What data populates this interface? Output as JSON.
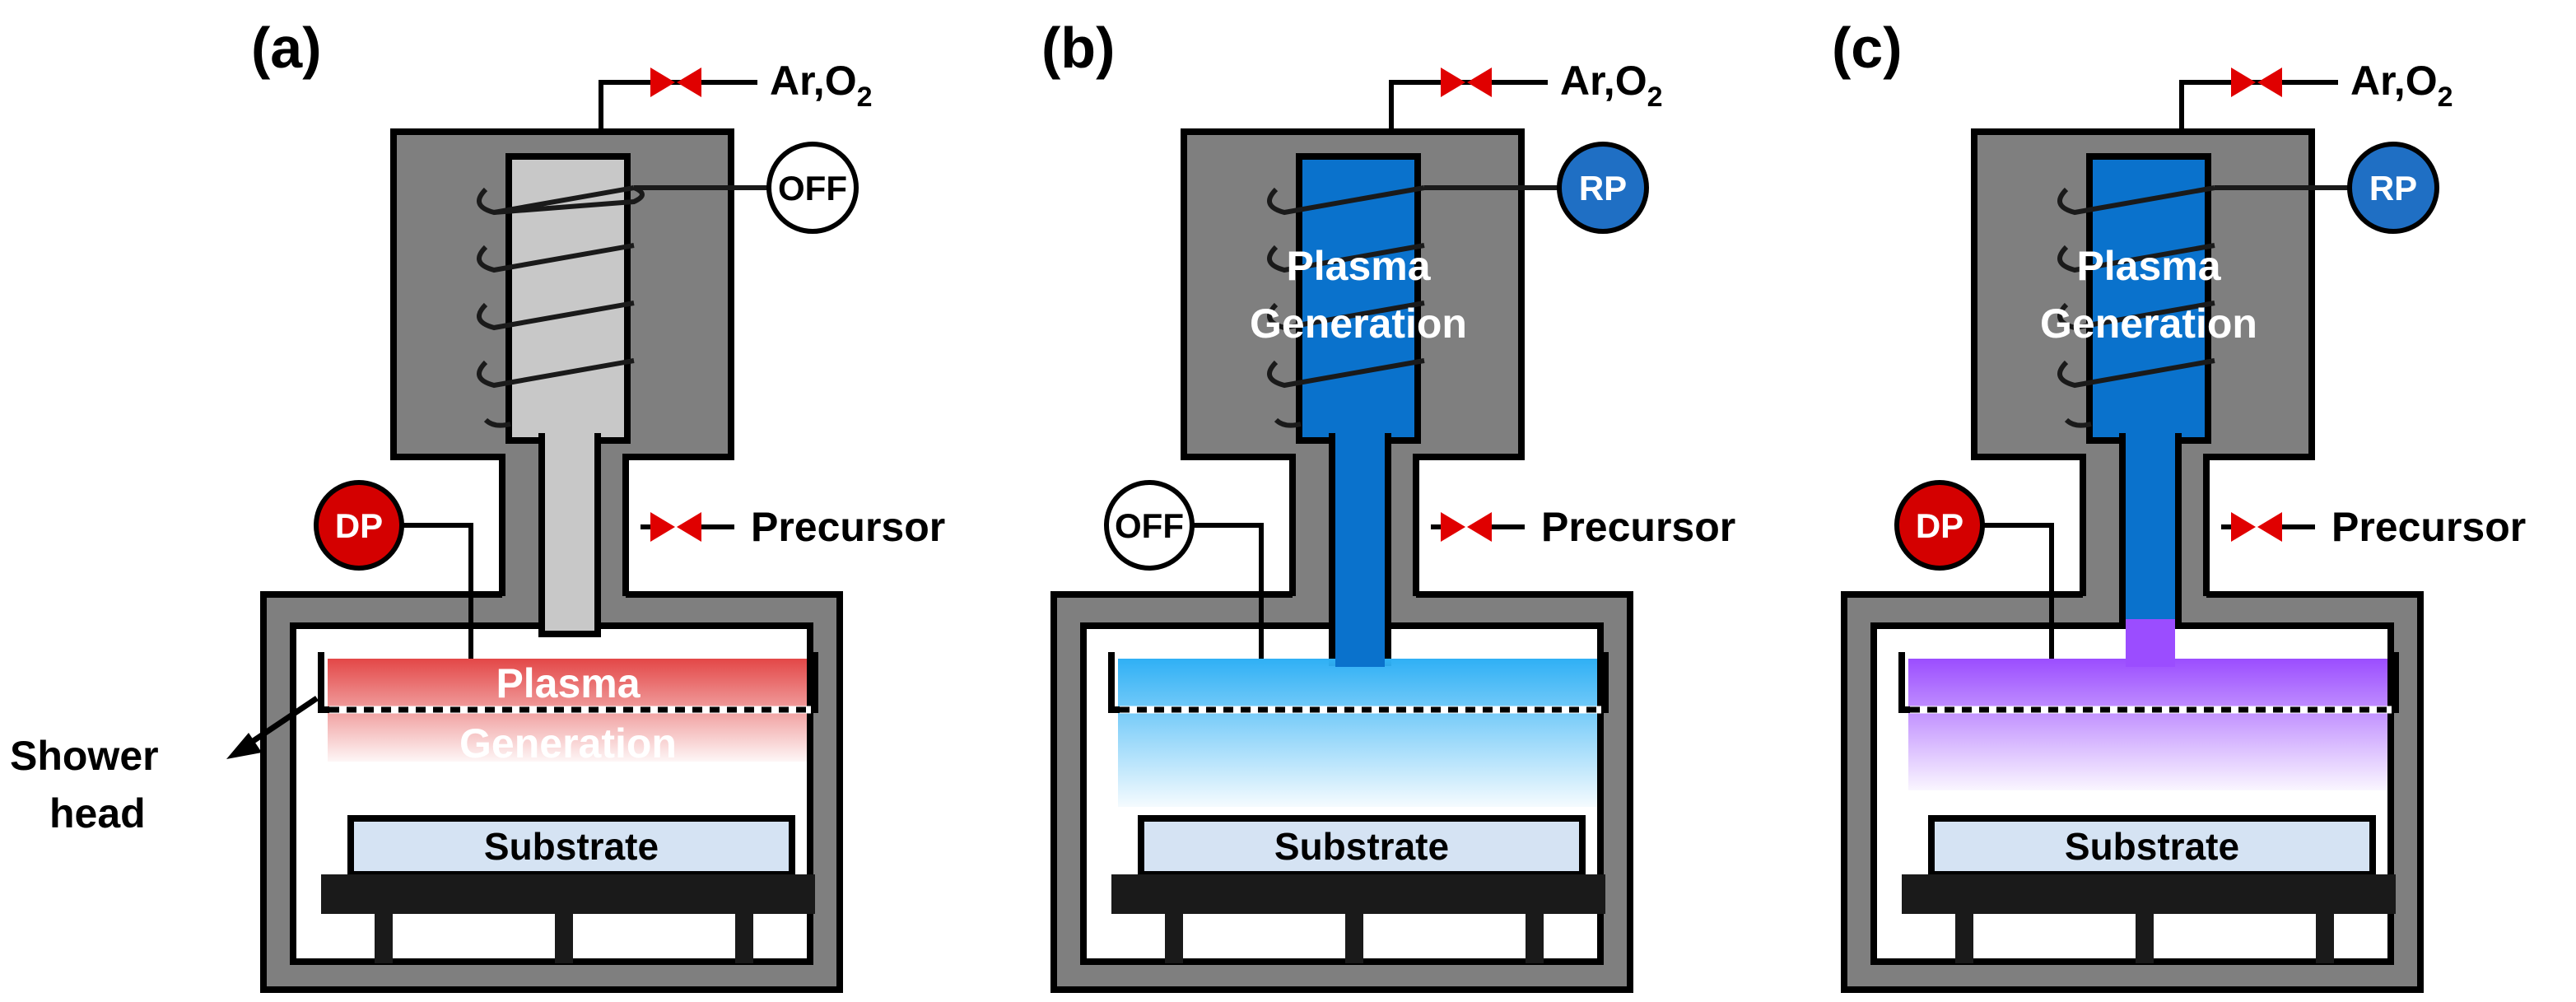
{
  "panels": [
    {
      "label": "(a)",
      "gas": {
        "main": "Ar,O",
        "sub": "2"
      },
      "source_power": {
        "text": "OFF",
        "fill": "#ffffff",
        "text_color": "#000000"
      },
      "chamber_power": {
        "text": "DP",
        "fill": "#d40000",
        "text_color": "#ffffff"
      },
      "precursor": "Precursor",
      "tube_color": "#c8c8c8",
      "plasma_label": {
        "line1": "Plasma",
        "line2": "Generation"
      },
      "substrate": "Substrate"
    },
    {
      "label": "(b)",
      "gas": {
        "main": "Ar,O",
        "sub": "2"
      },
      "source_power": {
        "text": "RP",
        "fill": "#1f6fc4",
        "text_color": "#ffffff"
      },
      "chamber_power": {
        "text": "OFF",
        "fill": "#ffffff",
        "text_color": "#000000"
      },
      "precursor": "Precursor",
      "tube_color": "#0a72cc",
      "plasma_label": {
        "line1": "Plasma",
        "line2": "Generation"
      },
      "substrate": "Substrate"
    },
    {
      "label": "(c)",
      "gas": {
        "main": "Ar,O",
        "sub": "2"
      },
      "source_power": {
        "text": "RP",
        "fill": "#1f6fc4",
        "text_color": "#ffffff"
      },
      "chamber_power": {
        "text": "DP",
        "fill": "#d40000",
        "text_color": "#ffffff"
      },
      "precursor": "Precursor",
      "tube_color": "#0a72cc",
      "plasma_label": {
        "line1": "Plasma",
        "line2": "Generation"
      },
      "substrate": "Substrate"
    }
  ],
  "shower_head_label": {
    "line1": "Shower",
    "line2": "head"
  },
  "colors": {
    "housing": "#7f7f7f",
    "substrate_fill": "#d5e3f3",
    "valve": "#e00000",
    "plasma_red": "#e34747",
    "plasma_blue": "#33b5f5",
    "plasma_purple": "#9b4dff"
  }
}
